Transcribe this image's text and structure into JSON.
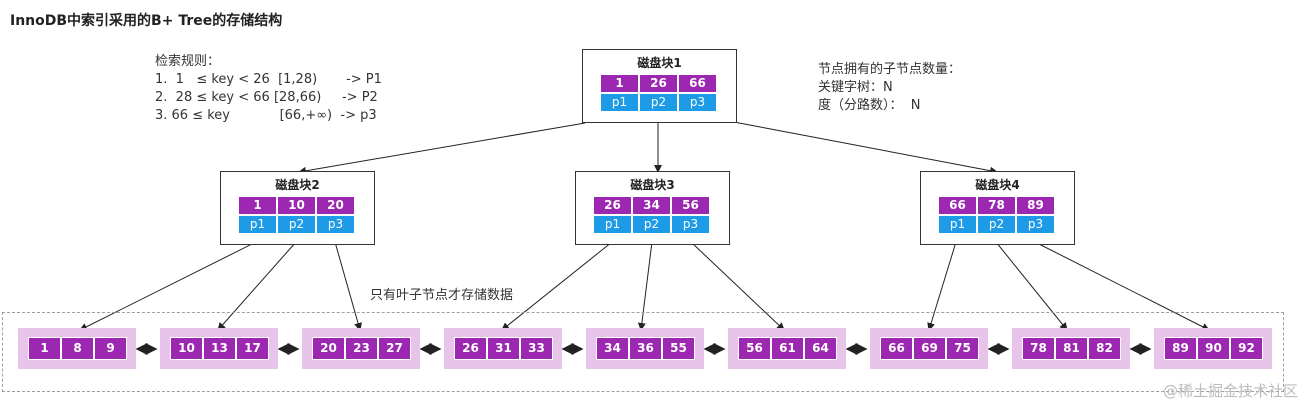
{
  "title": "InnoDB中索引采用的B+ Tree的存储结构",
  "rules": {
    "heading": "检索规则：",
    "lines": [
      "1.  1   ≤ key < 26  [1,28)       -> P1",
      "2.  28 ≤ key < 66 [28,66)     -> P2",
      "3. 66 ≤ key            [66,+∞)  -> p3"
    ]
  },
  "info": {
    "line1": "节点拥有的子节点数量：",
    "line2": "关键字树：N",
    "line3": "度（分路数）：  N"
  },
  "leaf_note": "只有叶子节点才存储数据",
  "watermark": "@稀土掘金技术社区",
  "colors": {
    "key": "#9c27b0",
    "pointer": "#1e9be6",
    "leaf_bg": "#e8c4ea"
  },
  "root": {
    "label": "磁盘块1",
    "keys": [
      "1",
      "26",
      "66"
    ],
    "pointers": [
      "p1",
      "p2",
      "p3"
    ]
  },
  "internal": [
    {
      "label": "磁盘块2",
      "keys": [
        "1",
        "10",
        "20"
      ],
      "pointers": [
        "p1",
        "p2",
        "p3"
      ]
    },
    {
      "label": "磁盘块3",
      "keys": [
        "26",
        "34",
        "56"
      ],
      "pointers": [
        "p1",
        "p2",
        "p3"
      ]
    },
    {
      "label": "磁盘块4",
      "keys": [
        "66",
        "78",
        "89"
      ],
      "pointers": [
        "p1",
        "p2",
        "p3"
      ]
    }
  ],
  "leaves": [
    [
      "1",
      "8",
      "9"
    ],
    [
      "10",
      "13",
      "17"
    ],
    [
      "20",
      "23",
      "27"
    ],
    [
      "26",
      "31",
      "33"
    ],
    [
      "34",
      "36",
      "55"
    ],
    [
      "56",
      "61",
      "64"
    ],
    [
      "66",
      "69",
      "75"
    ],
    [
      "78",
      "81",
      "82"
    ],
    [
      "89",
      "90",
      "92"
    ]
  ]
}
